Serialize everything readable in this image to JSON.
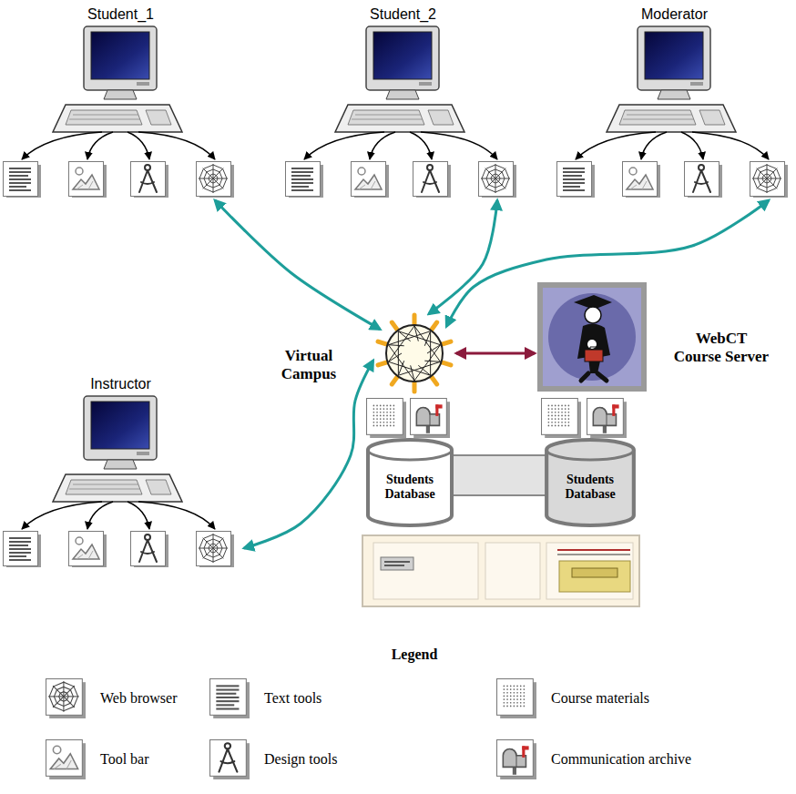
{
  "diagram": {
    "nodes": [
      {
        "text": [
          "Student_1"
        ]
      },
      {
        "text": [
          "Student_2"
        ]
      },
      {
        "text": [
          "Moderator"
        ]
      },
      {
        "text": [
          "Virtual Campus"
        ]
      },
      {
        "text": [
          "WebCT Course Server"
        ]
      },
      {
        "text": [
          "Instructor"
        ]
      },
      {
        "text": [
          "Students Database"
        ]
      },
      {
        "text": [
          "Students Database"
        ]
      }
    ],
    "edges": [
      {
        "from": 0,
        "to": 3,
        "arrow": "both"
      },
      {
        "from": 1,
        "to": 3,
        "arrow": "both"
      },
      {
        "from": 2,
        "to": 3,
        "arrow": "both"
      },
      {
        "from": 5,
        "to": 3,
        "arrow": "both"
      },
      {
        "from": 3,
        "to": 4,
        "arrow": "both"
      },
      {
        "from": 6,
        "to": 7,
        "arrow": "none"
      }
    ],
    "labels": [
      "Legend"
    ],
    "legend": [
      {
        "text": "Web browser"
      },
      {
        "text": "Text tools"
      },
      {
        "text": "Course materials"
      },
      {
        "text": "Tool bar"
      },
      {
        "text": "Design tools"
      },
      {
        "text": "Communication archive"
      }
    ]
  }
}
